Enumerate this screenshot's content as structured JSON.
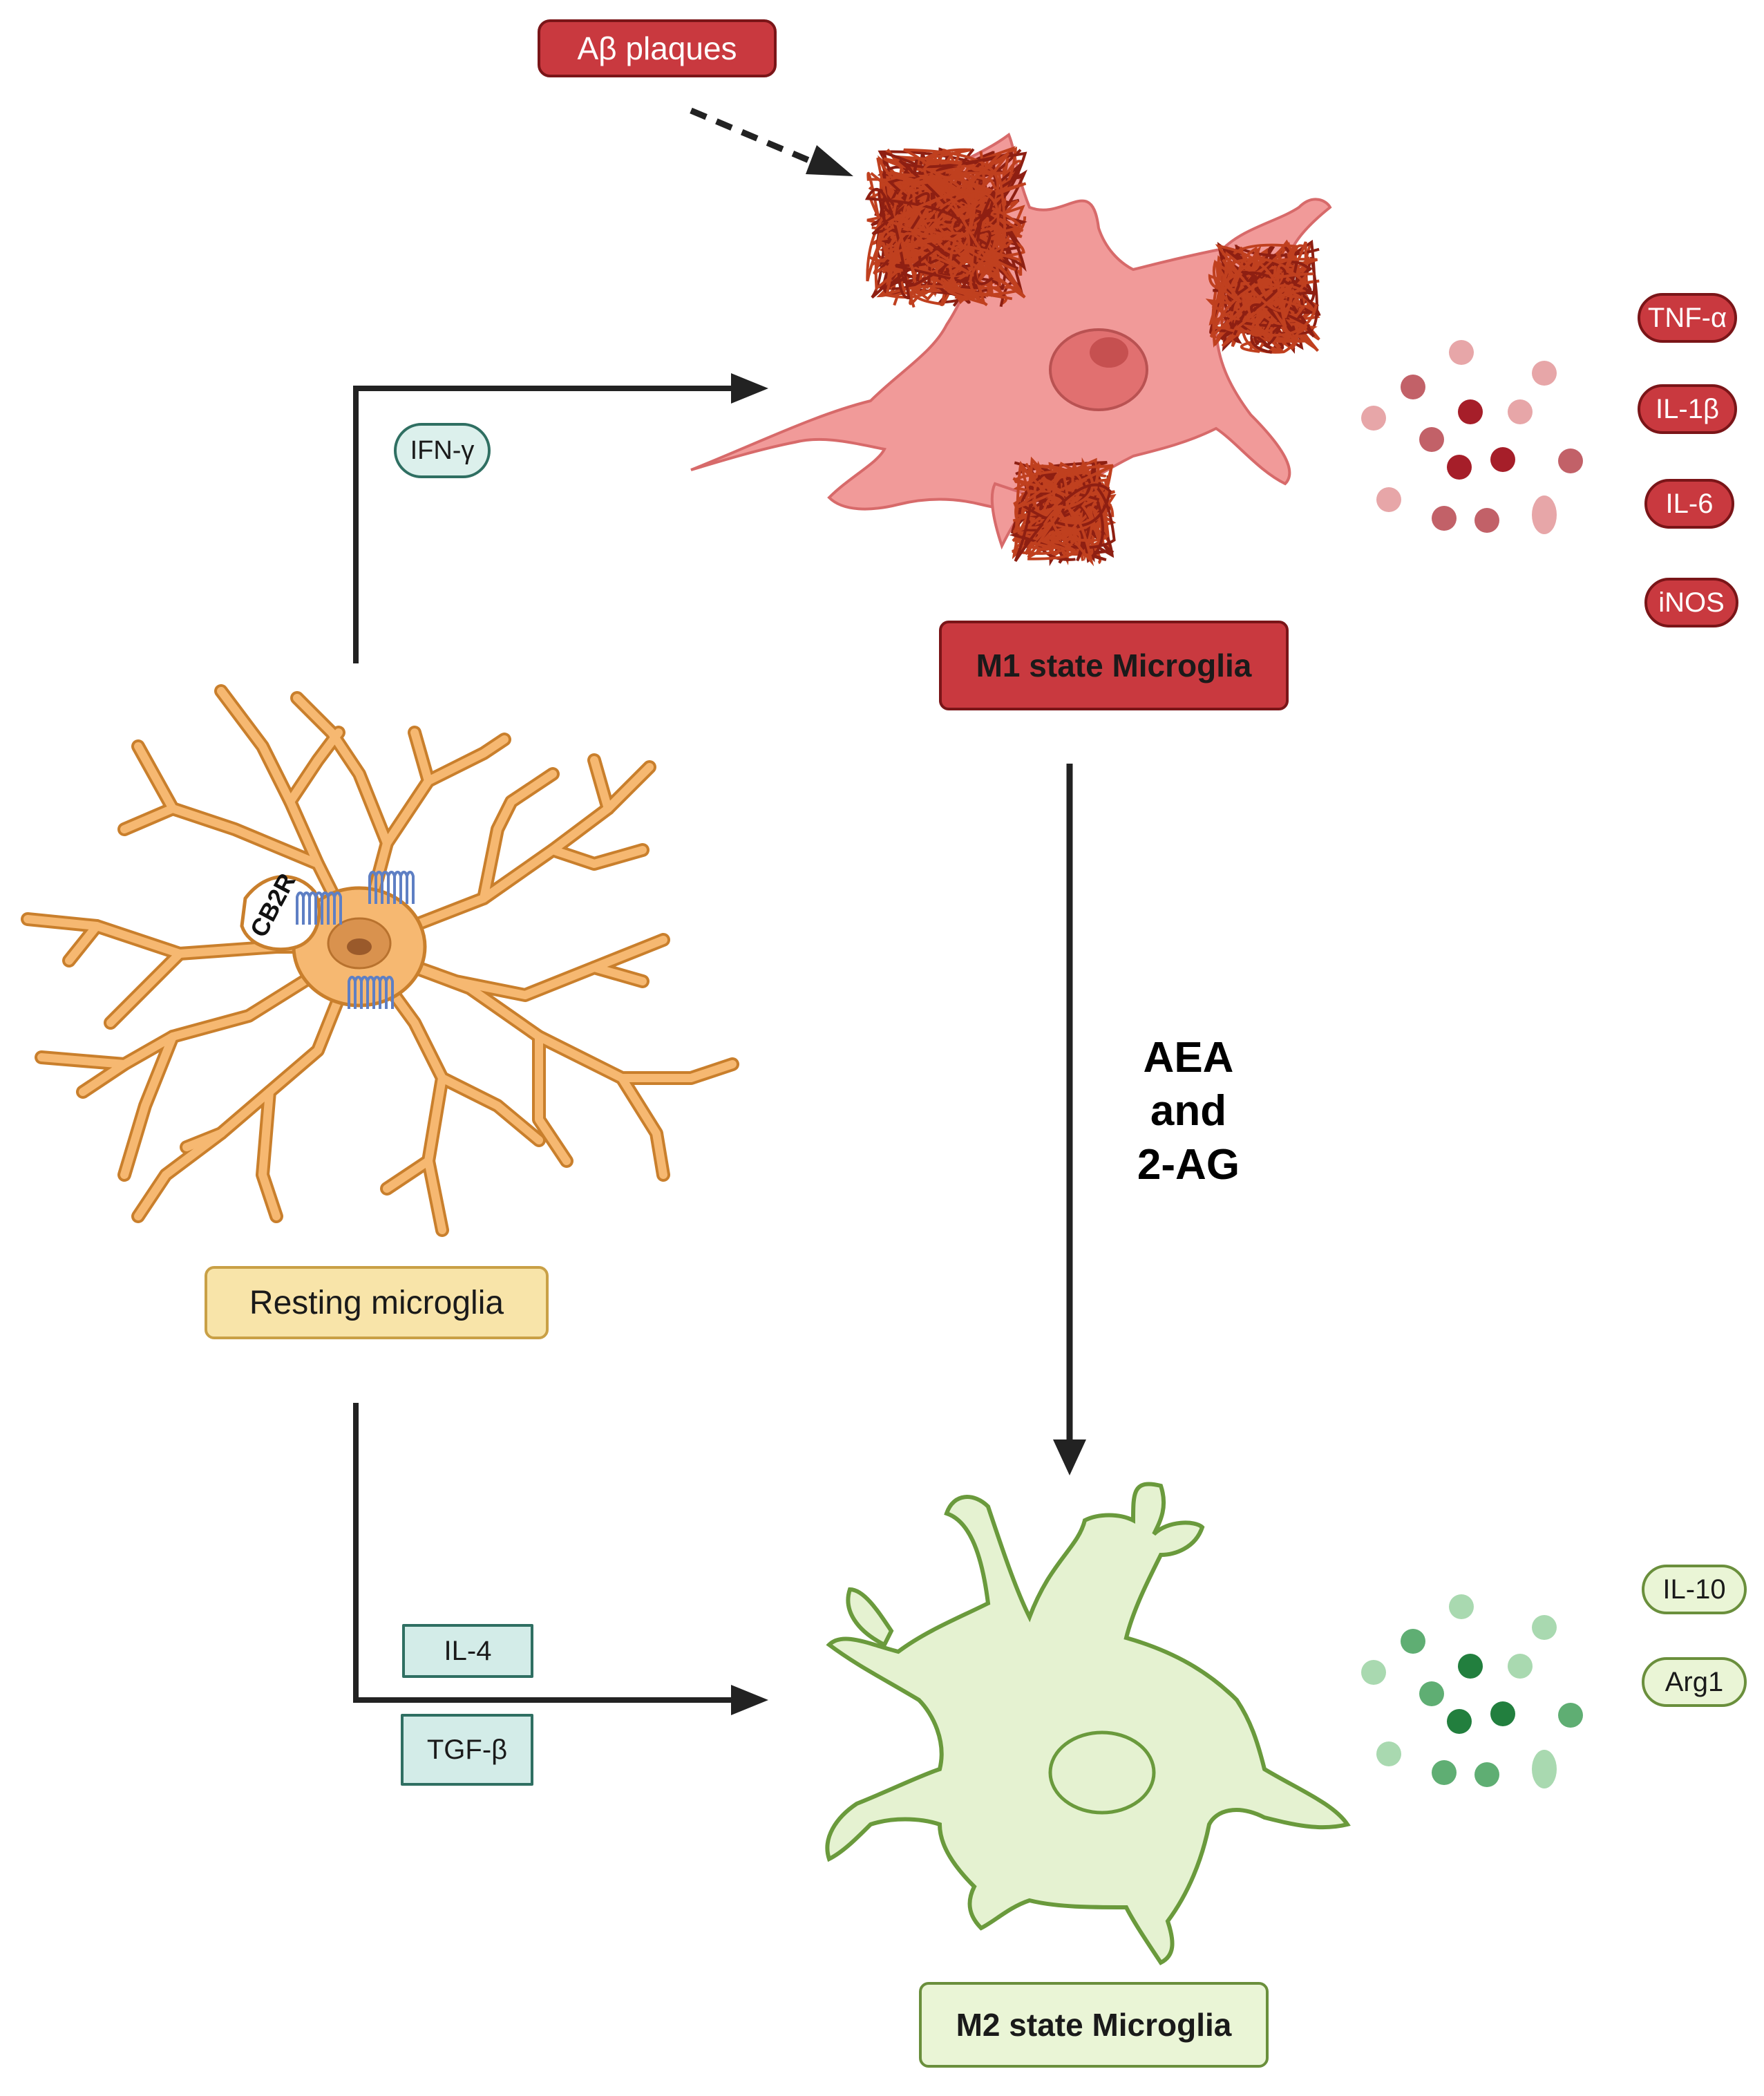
{
  "labels": {
    "abeta": "Aβ plaques",
    "m1": "M1 state Microglia",
    "m2": "M2 state Microglia",
    "resting": "Resting microglia",
    "cb2r": "CB2R",
    "ifn": "IFN-γ",
    "il4": "IL-4",
    "tgf": "TGF-β",
    "aea_line1": "AEA",
    "aea_line2": "and",
    "aea_line3": "2-AG"
  },
  "m1_cytokines": [
    "TNF-α",
    "IL-1β",
    "IL-6",
    "iNOS"
  ],
  "m2_cytokines": [
    "IL-10",
    "Arg1"
  ],
  "colors": {
    "m1_fill": "#f19a99",
    "m1_plaque": "#b8301e",
    "m2_fill": "#e5f2d1",
    "m2_stroke": "#6a9a3c",
    "resting_fill": "#f6b871",
    "resting_stroke": "#c97f2c",
    "receptor": "#5e7fc4",
    "arrow": "#222222"
  }
}
